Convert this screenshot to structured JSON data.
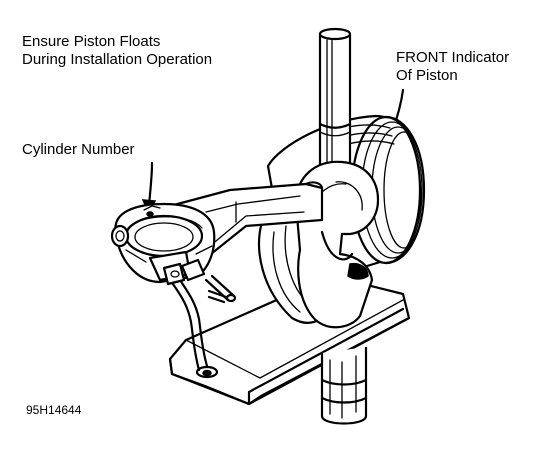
{
  "labels": {
    "piston_floats_line1": "Ensure Piston Floats",
    "piston_floats_line2": "During Installation Operation",
    "front_indicator_line1": "FRONT Indicator",
    "front_indicator_line2": "Of Piston",
    "cylinder_number": "Cylinder Number"
  },
  "figure_code": "95H14644",
  "colors": {
    "ink": "#000000",
    "paper": "#ffffff"
  }
}
